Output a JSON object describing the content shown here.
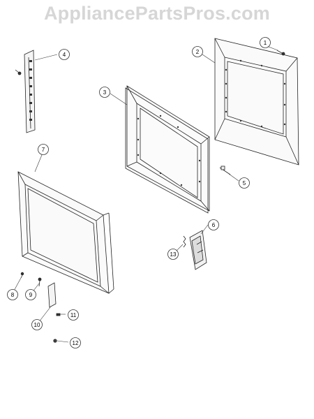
{
  "watermark": "AppliancePartsPros.com",
  "callouts": [
    {
      "id": "1",
      "label": "1"
    },
    {
      "id": "2",
      "label": "2"
    },
    {
      "id": "3",
      "label": "3"
    },
    {
      "id": "4",
      "label": "4"
    },
    {
      "id": "5",
      "label": "5"
    },
    {
      "id": "6",
      "label": "6"
    },
    {
      "id": "7",
      "label": "7"
    },
    {
      "id": "8",
      "label": "8"
    },
    {
      "id": "9",
      "label": "9"
    },
    {
      "id": "10",
      "label": "10"
    },
    {
      "id": "11",
      "label": "11"
    },
    {
      "id": "12",
      "label": "12"
    },
    {
      "id": "13",
      "label": "13"
    }
  ]
}
